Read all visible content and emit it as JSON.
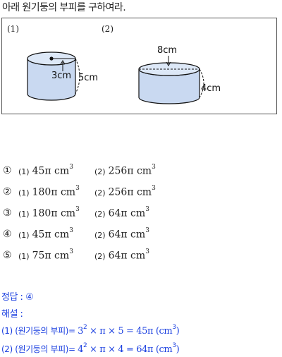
{
  "question": "아래 원기둥의 부피를 구하여라.",
  "figure": {
    "labels": [
      "(1)",
      "(2)"
    ],
    "fig1": {
      "radius_label": "3cm",
      "height_label": "5cm"
    },
    "fig2": {
      "diameter_label": "8cm",
      "height_label": "4cm"
    }
  },
  "choices": [
    {
      "marker": "①",
      "p1": "(1)",
      "a1": "45π cm",
      "p2": "(2)",
      "a2": "256π cm",
      "exp": "3"
    },
    {
      "marker": "②",
      "p1": "(1)",
      "a1": "180π cm",
      "p2": "(2)",
      "a2": "256π cm",
      "exp": "3"
    },
    {
      "marker": "③",
      "p1": "(1)",
      "a1": "180π cm",
      "p2": "(2)",
      "a2": "64π cm",
      "exp": "3"
    },
    {
      "marker": "④",
      "p1": "(1)",
      "a1": "45π cm",
      "p2": "(2)",
      "a2": "64π cm",
      "exp": "3"
    },
    {
      "marker": "⑤",
      "p1": "(1)",
      "a1": "75π cm",
      "p2": "(2)",
      "a2": "64π cm",
      "exp": "3"
    }
  ],
  "answer": {
    "label": "정답 : ④"
  },
  "explanation": {
    "label": "해설 :",
    "line1": {
      "prefix": "(1) (원기둥의 부피)= ",
      "base": "3",
      "exp": "2",
      "rest": " × π × 5 = 45π (cm",
      "unit_exp": "3",
      "close": ")"
    },
    "line2": {
      "prefix": "(2) (원기둥의 부피)= ",
      "base": "4",
      "exp": "2",
      "rest": " × π × 4 = 64π (cm",
      "unit_exp": "3",
      "close": ")"
    }
  },
  "colors": {
    "cylinder_fill": "#c9d9f1",
    "explanation": "#1a3fe0"
  }
}
